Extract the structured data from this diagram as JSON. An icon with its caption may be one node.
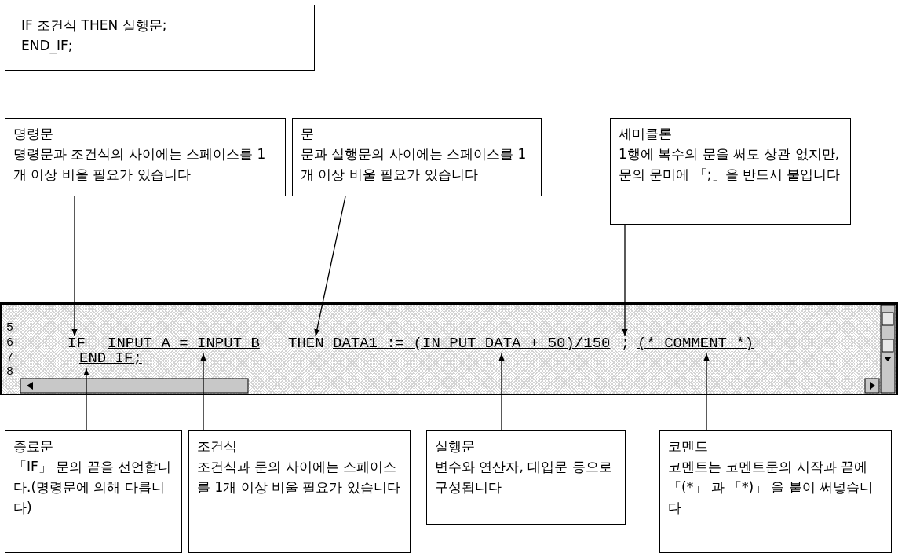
{
  "diagram": {
    "nodes": [
      {
        "text": [
          "IF 조건식 THEN 실행문; END_IF;"
        ]
      },
      {
        "text": [
          "명령문",
          "명령문과 조건식의 사이에는 스페이스를 1개 이상 비울 필요가 있습니다"
        ]
      },
      {
        "text": [
          "문",
          "문과 실행문의 사이에는 스페이스를 1개 이상 비울 필요가 있습니다"
        ]
      },
      {
        "text": [
          "세미클론",
          "1행에 복수의 문을 써도 상관 없지만, 문의 문미에 「;」을 반드시 붙입니다"
        ]
      },
      {
        "text": [],
        "shape": "box"
      },
      {
        "text": [
          "IF"
        ],
        "in": 4
      },
      {
        "text": [
          "INPUT_A = INPUT_B"
        ],
        "in": 4
      },
      {
        "text": [
          "THEN"
        ],
        "in": 4
      },
      {
        "text": [
          "DATA1 := (IN_PUT_DATA + 50)/150"
        ],
        "in": 4
      },
      {
        "text": [
          ";"
        ],
        "in": 4
      },
      {
        "text": [
          "(* COMMENT *)"
        ],
        "in": 4
      },
      {
        "text": [
          "END_IF;"
        ],
        "in": 4
      },
      {
        "text": [
          "종료문",
          "「IF」 문의 끝을 선언합니다.(명령문에 의해 다릅니다)"
        ]
      },
      {
        "text": [
          "조건식",
          "조건식과 문의 사이에는 스페이스를 1개 이상 비울 필요가 있습니다"
        ]
      },
      {
        "text": [
          "실행문",
          "변수와 연산자, 대입문 등으로 구성됩니다"
        ]
      },
      {
        "text": [
          "코멘트",
          "코멘트는 코멘트문의 시작과 끝에 「(*」 과 「*)」 을 붙여 써넣습니다"
        ]
      }
    ],
    "edges": [
      {
        "from": 1,
        "to": 5,
        "arrow": "to"
      },
      {
        "from": 2,
        "to": 7,
        "arrow": "to"
      },
      {
        "from": 3,
        "to": 9,
        "arrow": "to"
      },
      {
        "from": 12,
        "to": 11,
        "arrow": "to"
      },
      {
        "from": 13,
        "to": 6,
        "arrow": "to"
      },
      {
        "from": 14,
        "to": 8,
        "arrow": "to"
      },
      {
        "from": 15,
        "to": 10,
        "arrow": "to"
      }
    ],
    "labels": [
      "5",
      "6",
      "7",
      "8"
    ]
  }
}
